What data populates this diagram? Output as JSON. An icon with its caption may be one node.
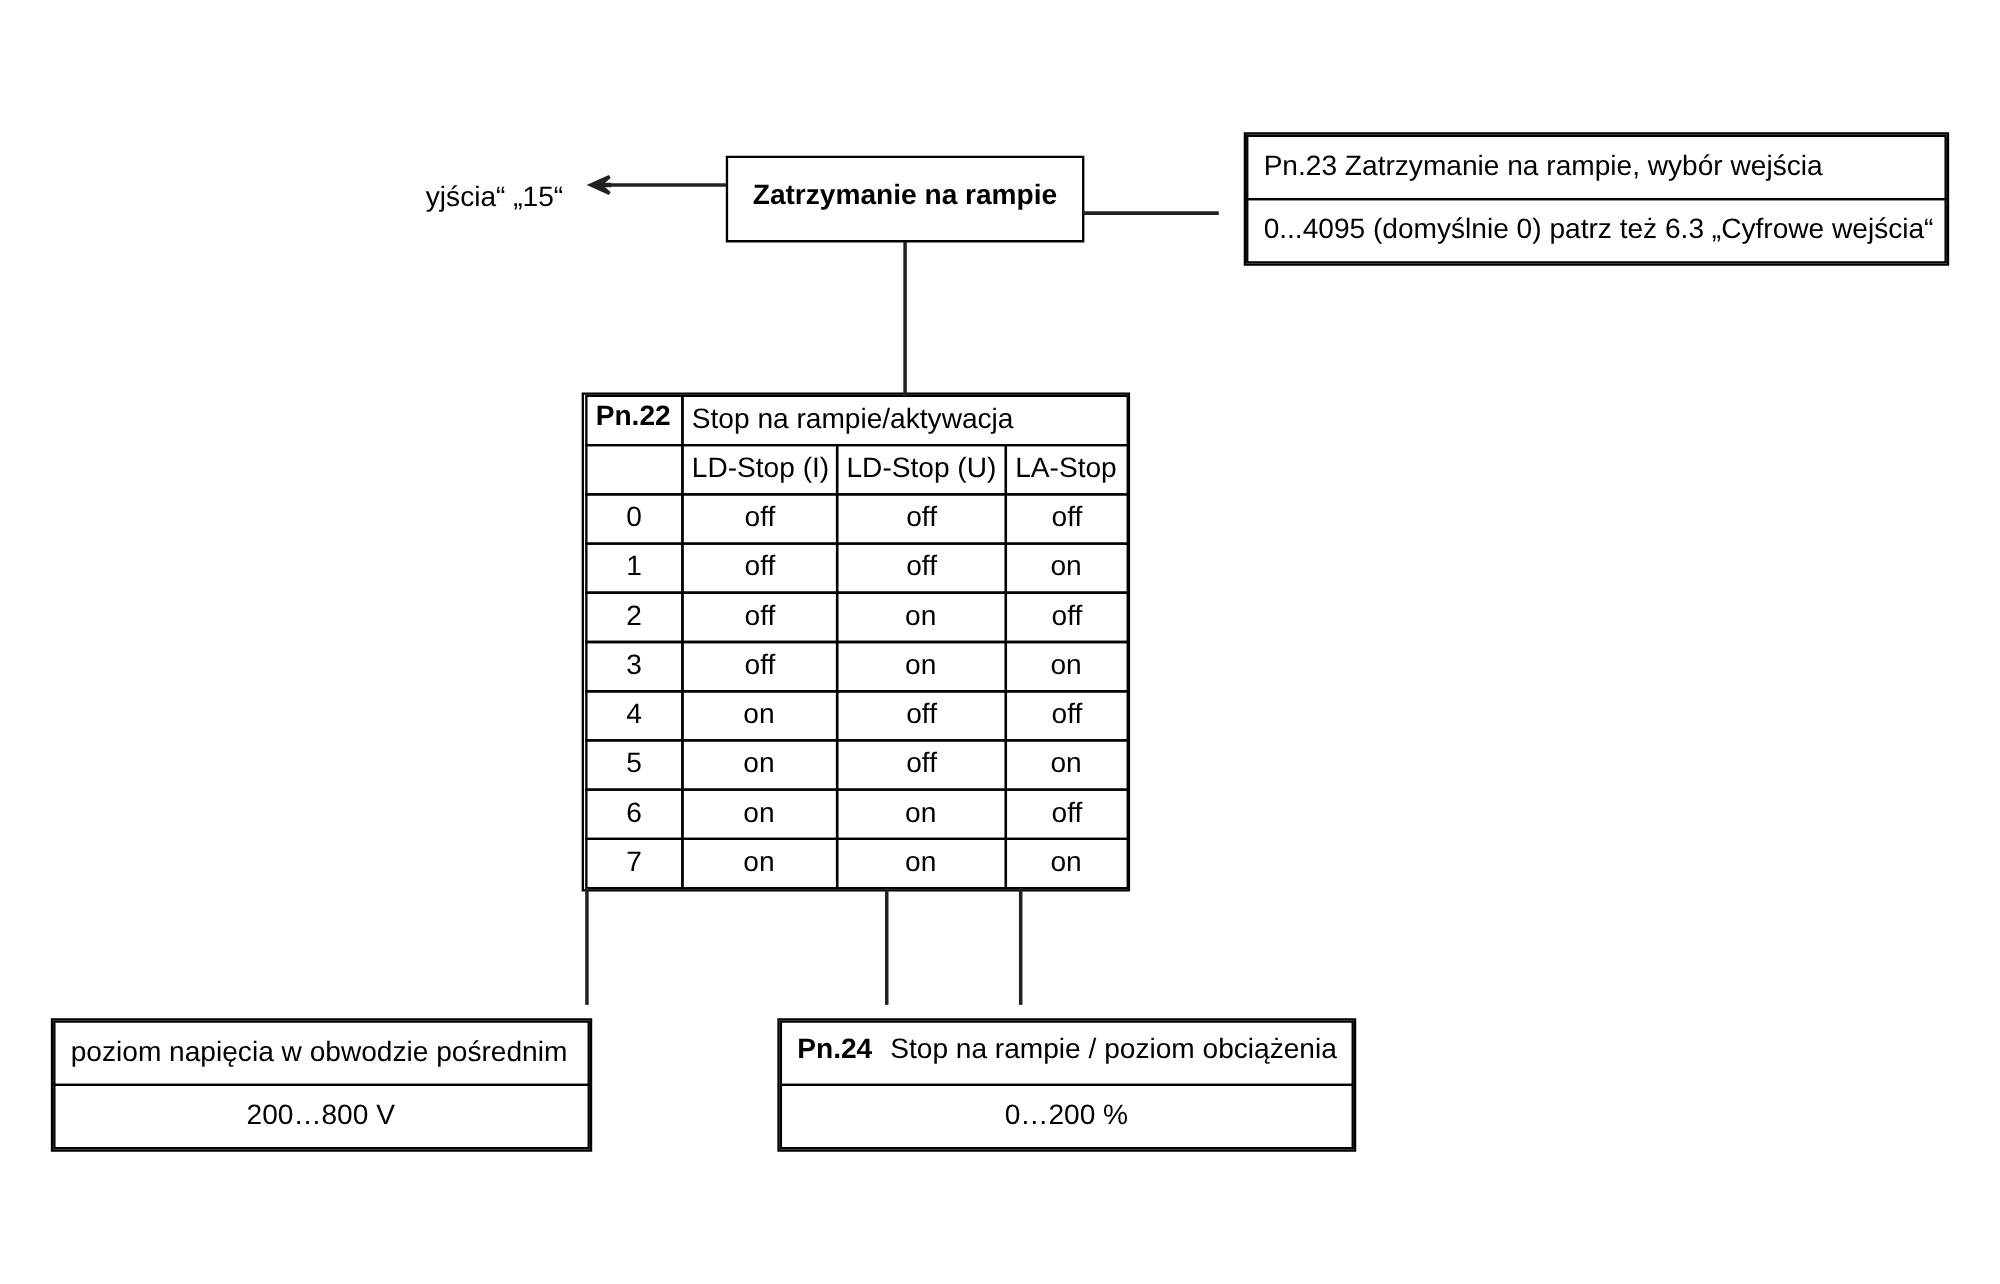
{
  "diagram": {
    "nodes": [
      {
        "text": [
          "Zatrzymanie na rampie"
        ]
      },
      {
        "text": [
          "yjścia“ „15“"
        ]
      },
      {
        "text": [
          "Pn.23 Zatrzymanie na rampie, wybór wejścia",
          "0...4095 (domyślnie 0) patrz też 6.3 „Cyfrowe wejścia“"
        ]
      },
      {
        "text": [
          "Pn.22",
          "Stop na rampie/aktywacja",
          "LD-Stop (I)",
          "LD-Stop (U)",
          "LA-Stop",
          "0",
          "off",
          "off",
          "off",
          "1",
          "off",
          "off",
          "on",
          "2",
          "off",
          "on",
          "off",
          "3",
          "off",
          "on",
          "on",
          "4",
          "on",
          "off",
          "off",
          "5",
          "on",
          "off",
          "on",
          "6",
          "on",
          "on",
          "off",
          "7",
          "on",
          "on",
          "on"
        ]
      },
      {
        "text": [
          "poziom napięcia w obwodzie pośrednim",
          "200…800 V"
        ]
      },
      {
        "text": [
          "**Pn.24** Stop na rampie / poziom obciążenia",
          "0…200 %"
        ]
      }
    ],
    "edges": [
      {
        "from": 0,
        "to": 1,
        "arrow": "to"
      },
      {
        "from": 0,
        "to": 3,
        "arrow": "none"
      },
      {
        "from": 0,
        "to": 2,
        "arrow": "none"
      },
      {
        "from": 3,
        "to": 5,
        "arrow": "none"
      },
      {
        "from": 3,
        "to": 4,
        "arrow": "none"
      },
      {
        "from": 3,
        "to": 5,
        "arrow": "none"
      }
    ]
  }
}
